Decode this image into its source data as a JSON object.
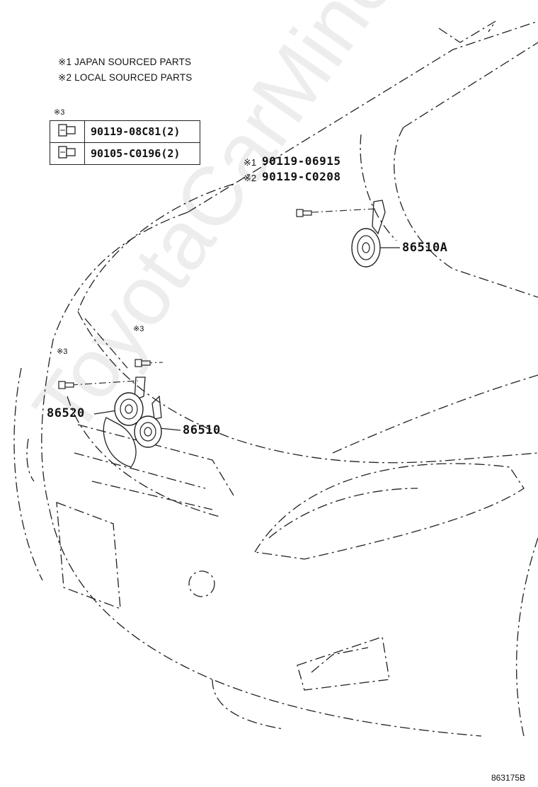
{
  "notes": {
    "japan": "※1 JAPAN SOURCED PARTS",
    "local": "※2 LOCAL SOURCED PARTS"
  },
  "bolt_table": {
    "header_mark": "※3",
    "rows": [
      {
        "icon": "flange-bolt-icon",
        "part": "90119-08C81(2)"
      },
      {
        "icon": "flange-bolt-icon",
        "part": "90105-C0196(2)"
      }
    ]
  },
  "callouts": {
    "bolt_japan_mark": "※1",
    "bolt_japan": "90119-06915",
    "bolt_local_mark": "※2",
    "bolt_local": "90119-C0208",
    "horn_high": "86510A",
    "horn_low_1": "86520",
    "horn_low_2": "86510",
    "bolt_mark_a": "※3",
    "bolt_mark_b": "※3"
  },
  "watermark": "ToyotaCarMine.ru",
  "diagram_id": "863175B"
}
